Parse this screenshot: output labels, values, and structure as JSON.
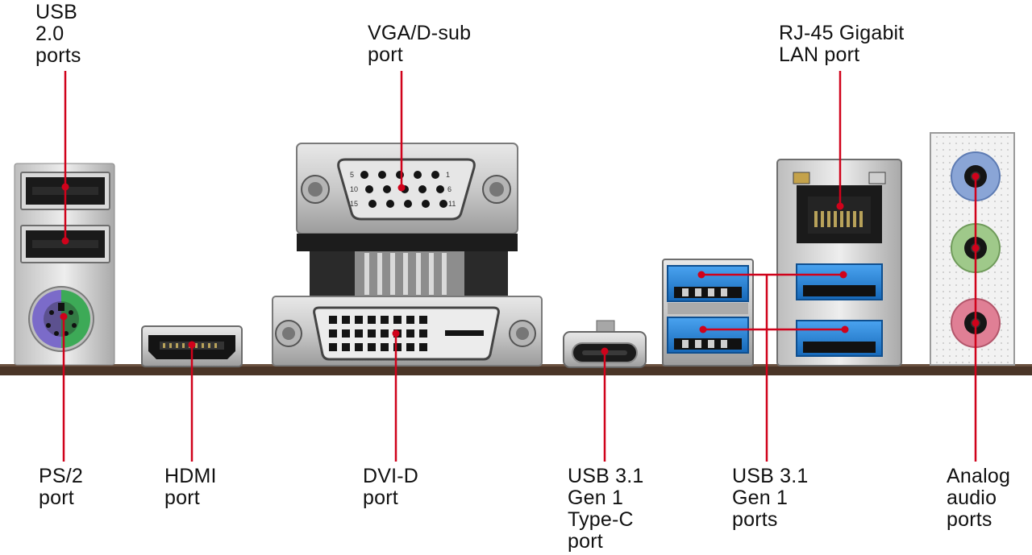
{
  "labels": {
    "usb20": [
      "USB",
      "2.0",
      "ports"
    ],
    "vga": [
      "VGA/D-sub",
      "port"
    ],
    "rj45": [
      "RJ-45 Gigabit",
      "LAN port"
    ],
    "ps2": [
      "PS/2",
      "port"
    ],
    "hdmi": [
      "HDMI",
      "port"
    ],
    "dvi": [
      "DVI-D",
      "port"
    ],
    "usbc": [
      "USB 3.1",
      "Gen 1",
      "Type-C",
      "port"
    ],
    "usb31": [
      "USB 3.1",
      "Gen 1",
      "ports"
    ],
    "audio": [
      "Analog",
      "audio",
      "ports"
    ]
  },
  "colors": {
    "leader_line": "#d0021b",
    "board": "#4a3527",
    "usb3_blue": "#1f7fd6",
    "audio_blue": "#8aa5d6",
    "audio_green": "#9fc98a",
    "audio_pink": "#e07f95",
    "ps2_purple": "#7b6bc9",
    "ps2_green": "#3daa57"
  },
  "vga_pin_numbers": [
    "5",
    "1",
    "10",
    "6",
    "15",
    "11"
  ]
}
